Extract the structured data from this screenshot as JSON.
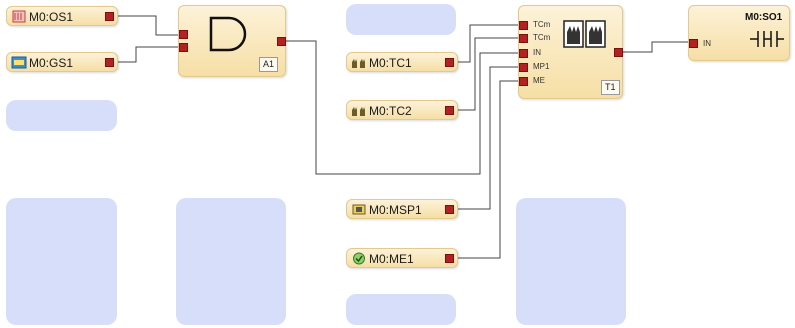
{
  "inputs": {
    "os1": "M0:OS1",
    "gs1": "M0:GS1",
    "tc1": "M0:TC1",
    "tc2": "M0:TC2",
    "msp1": "M0:MSP1",
    "me1": "M0:ME1"
  },
  "and_block": {
    "tag": "A1"
  },
  "timer_block": {
    "tag": "T1",
    "ports": [
      "TCm",
      "TCm",
      "IN",
      "MP1",
      "ME"
    ]
  },
  "output_block": {
    "title": "M0:SO1",
    "port": "IN"
  },
  "colors": {
    "block_fill": "#f6dfa6",
    "port": "#b22222",
    "placeholder": "#d7def9",
    "wire": "#444444"
  }
}
